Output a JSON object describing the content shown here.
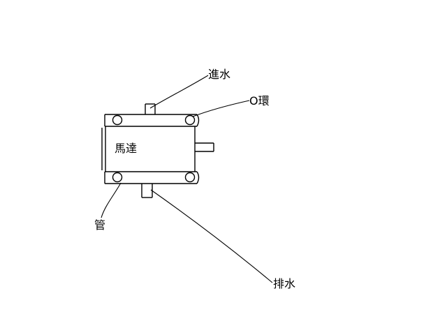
{
  "labels": {
    "water_in": "進水",
    "o_ring": "O環",
    "motor": "馬達",
    "pipe": "管",
    "water_out": "排水"
  },
  "colors": {
    "stroke": "#000000",
    "background": "#ffffff"
  }
}
